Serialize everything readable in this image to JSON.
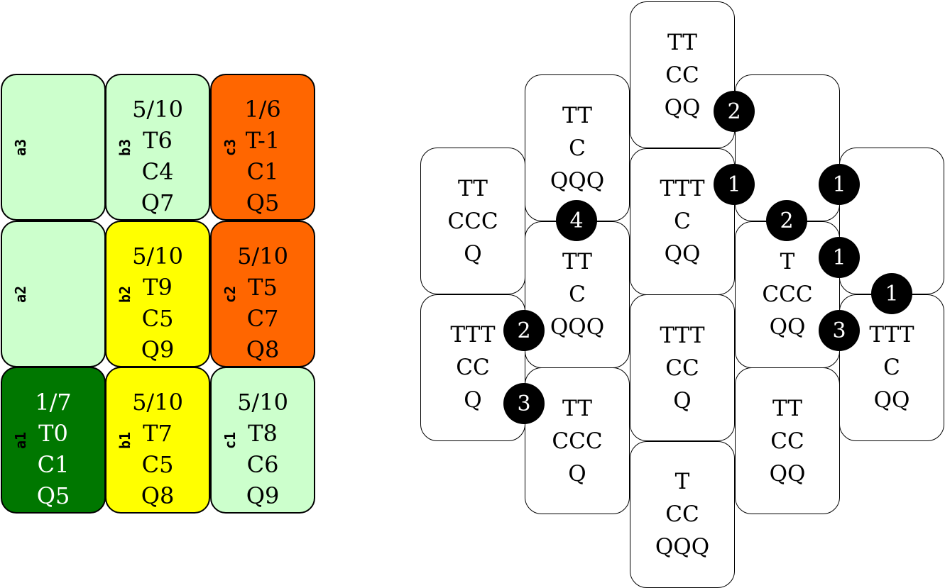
{
  "colors": {
    "light_green": "#ccffcc",
    "yellow": "#ffff00",
    "orange": "#ff6600",
    "dark_green": "#007700",
    "tile_bg": "#ffffff",
    "badge_bg": "#000000"
  },
  "grid": {
    "cells": [
      {
        "id": "a3",
        "label": "a3",
        "color": "light_green",
        "lines": []
      },
      {
        "id": "b3",
        "label": "b3",
        "color": "light_green",
        "lines": [
          "5/10",
          "T6",
          "C4",
          "Q7"
        ]
      },
      {
        "id": "c3",
        "label": "c3",
        "color": "orange",
        "lines": [
          "1/6",
          "T-1",
          "C1",
          "Q5"
        ]
      },
      {
        "id": "a2",
        "label": "a2",
        "color": "light_green",
        "lines": []
      },
      {
        "id": "b2",
        "label": "b2",
        "color": "yellow",
        "lines": [
          "5/10",
          "T9",
          "C5",
          "Q9"
        ]
      },
      {
        "id": "c2",
        "label": "c2",
        "color": "orange",
        "lines": [
          "5/10",
          "T5",
          "C7",
          "Q8"
        ]
      },
      {
        "id": "a1",
        "label": "a1",
        "color": "dark_green",
        "lines": [
          "1/7",
          "T0",
          "C1",
          "Q5"
        ]
      },
      {
        "id": "b1",
        "label": "b1",
        "color": "yellow",
        "lines": [
          "5/10",
          "T7",
          "C5",
          "Q8"
        ]
      },
      {
        "id": "c1",
        "label": "c1",
        "color": "light_green",
        "lines": [
          "5/10",
          "T8",
          "C6",
          "Q9"
        ]
      }
    ]
  },
  "board": {
    "tiles": [
      {
        "col": 1,
        "row": 0,
        "lines": [
          "TT",
          "CCC",
          "Q"
        ]
      },
      {
        "col": 1,
        "row": 1,
        "lines": [
          "TTT",
          "CC",
          "Q"
        ]
      },
      {
        "col": 2,
        "row": 0,
        "lines": [
          "TT",
          "C",
          "QQQ"
        ]
      },
      {
        "col": 2,
        "row": 1,
        "lines": [
          "TT",
          "C",
          "QQQ"
        ]
      },
      {
        "col": 2,
        "row": 2,
        "lines": [
          "TT",
          "CCC",
          "Q"
        ]
      },
      {
        "col": 3,
        "row": 0,
        "lines": [
          "TT",
          "CC",
          "QQ"
        ]
      },
      {
        "col": 3,
        "row": 1,
        "lines": [
          "TTT",
          "C",
          "QQ"
        ]
      },
      {
        "col": 3,
        "row": 2,
        "lines": [
          "TTT",
          "CC",
          "Q"
        ]
      },
      {
        "col": 3,
        "row": 3,
        "lines": [
          "T",
          "CC",
          "QQQ"
        ]
      },
      {
        "col": 4,
        "row": 0,
        "lines": []
      },
      {
        "col": 4,
        "row": 1,
        "lines": [
          "T",
          "CCC",
          "QQ"
        ]
      },
      {
        "col": 4,
        "row": 2,
        "lines": [
          "TT",
          "CC",
          "QQ"
        ]
      },
      {
        "col": 5,
        "row": 0,
        "lines": []
      },
      {
        "col": 5,
        "row": 1,
        "lines": [
          "TTT",
          "C",
          "QQ"
        ]
      }
    ],
    "badges": [
      "2",
      "1",
      "1",
      "2",
      "1",
      "1",
      "3",
      "4",
      "2",
      "3"
    ]
  }
}
